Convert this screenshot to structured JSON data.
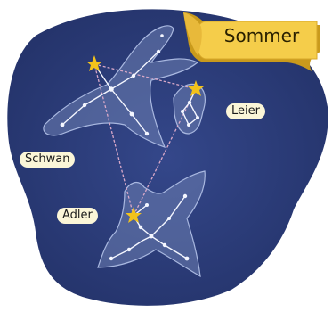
{
  "banner": {
    "title": "Sommer"
  },
  "constellations": [
    {
      "id": "schwan",
      "label": "Schwan"
    },
    {
      "id": "leier",
      "label": "Leier"
    },
    {
      "id": "adler",
      "label": "Adler"
    }
  ],
  "colors": {
    "sky": "#2c3d73",
    "sky_dark": "#1f2c58",
    "figure_fill": "#6d7fb3",
    "figure_stroke": "#9fb0dc",
    "star": "#f4f6ff",
    "bright_star": "#f2c21b",
    "banner": "#f5cd4a",
    "banner_shadow": "#c99a1c",
    "label_bg": "#fbf6d8",
    "triangle_line": "#d9a9c9"
  }
}
